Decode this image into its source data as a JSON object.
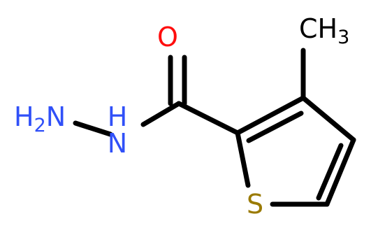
{
  "atoms": {
    "oxygen": "O",
    "methyl_c": "CH",
    "methyl_sub": "3",
    "amine_h": "H",
    "amine_sub": "2",
    "amine_n": "N",
    "imine_n": "N",
    "imine_h": "H",
    "sulfur": "S"
  },
  "colors": {
    "bond": "#000000",
    "nitrogen": "#3050f8",
    "oxygen": "#ff0d0d",
    "sulfur": "#9a7a00",
    "carbon": "#000000"
  }
}
